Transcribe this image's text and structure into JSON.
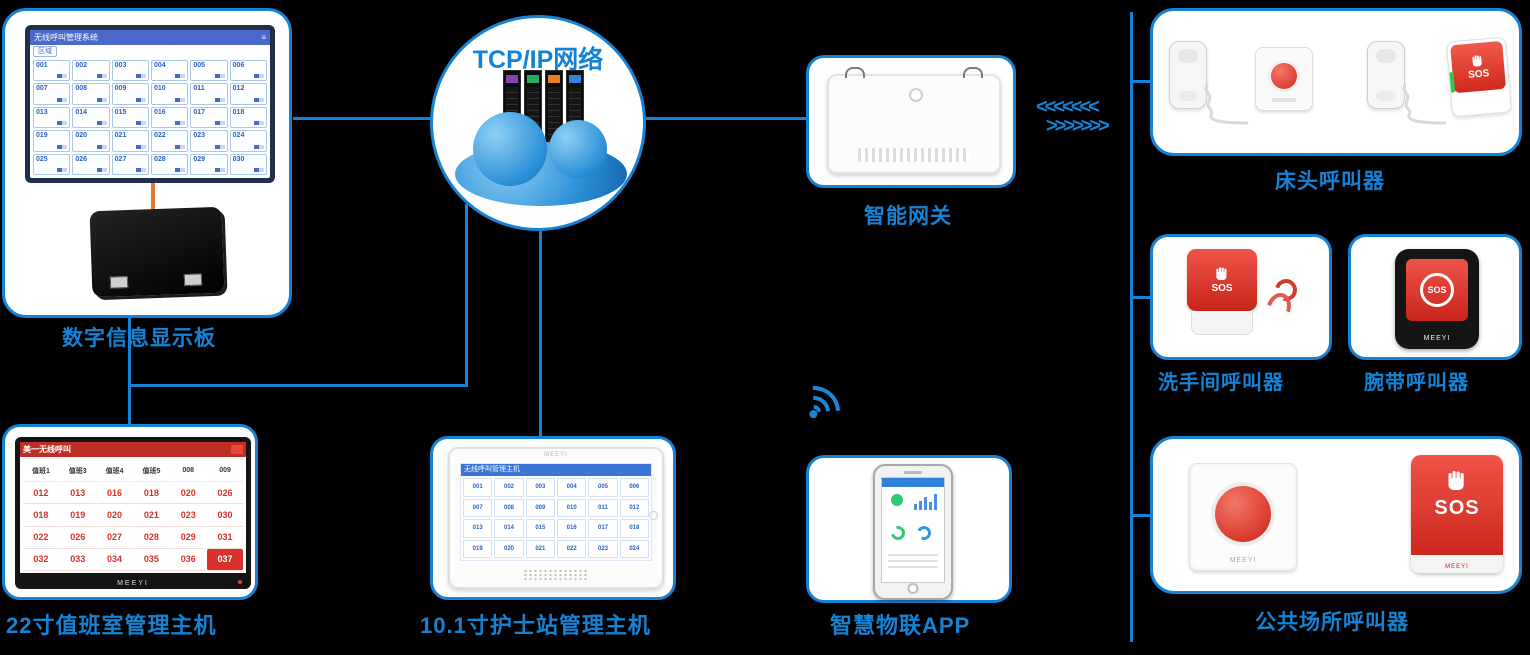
{
  "colors": {
    "accent": "#1583d5",
    "background": "#000000",
    "alarm_red": "#d02a1d",
    "box_bg": "#ffffff"
  },
  "network": {
    "title": "TCP/IP网络"
  },
  "display_board": {
    "label": "数字信息显示板",
    "screen_title": "无线呼叫管理系统",
    "menu_icon": "≡",
    "tab": "区域",
    "cells": [
      "001",
      "002",
      "003",
      "004",
      "005",
      "006",
      "007",
      "008",
      "009",
      "010",
      "011",
      "012",
      "013",
      "014",
      "015",
      "016",
      "017",
      "018",
      "019",
      "020",
      "021",
      "022",
      "023",
      "024",
      "025",
      "026",
      "027",
      "028",
      "029",
      "030"
    ]
  },
  "gateway": {
    "label": "智能网关"
  },
  "flow_arrows": {
    "left": "<<<<<<<",
    "right": ">>>>>>>"
  },
  "bedside": {
    "label": "床头呼叫器",
    "sos_text": "SOS"
  },
  "washroom": {
    "label": "洗手间呼叫器",
    "sos_text": "SOS"
  },
  "wristband": {
    "label": "腕带呼叫器",
    "sos_text": "SOS",
    "brand": "MEEYI"
  },
  "public_area": {
    "label": "公共场所呼叫器",
    "sos_text": "SOS",
    "brand": "MEEYI"
  },
  "duty_host": {
    "label": "22寸值班室管理主机",
    "screen_title": "美一无线呼叫",
    "brand": "MEEYI",
    "columns": [
      "值班1",
      "值班3",
      "值班4",
      "值班5",
      "008",
      "009"
    ],
    "rows": [
      [
        "012",
        "013",
        "016",
        "018",
        "020",
        "026"
      ],
      [
        "018",
        "019",
        "020",
        "021",
        "023",
        "030"
      ],
      [
        "022",
        "026",
        "027",
        "028",
        "029",
        "031"
      ],
      [
        "032",
        "033",
        "034",
        "035",
        "036",
        "037"
      ]
    ],
    "highlight": "037"
  },
  "nurse_host": {
    "label": "10.1寸护士站管理主机",
    "screen_title": "无线呼叫管理主机",
    "brand": "MEEYI",
    "cells": [
      "001",
      "002",
      "003",
      "004",
      "005",
      "006",
      "007",
      "008",
      "009",
      "010",
      "011",
      "012",
      "013",
      "014",
      "015",
      "016",
      "017",
      "018",
      "019",
      "020",
      "021",
      "022",
      "023",
      "024"
    ]
  },
  "app": {
    "label": "智慧物联APP"
  }
}
